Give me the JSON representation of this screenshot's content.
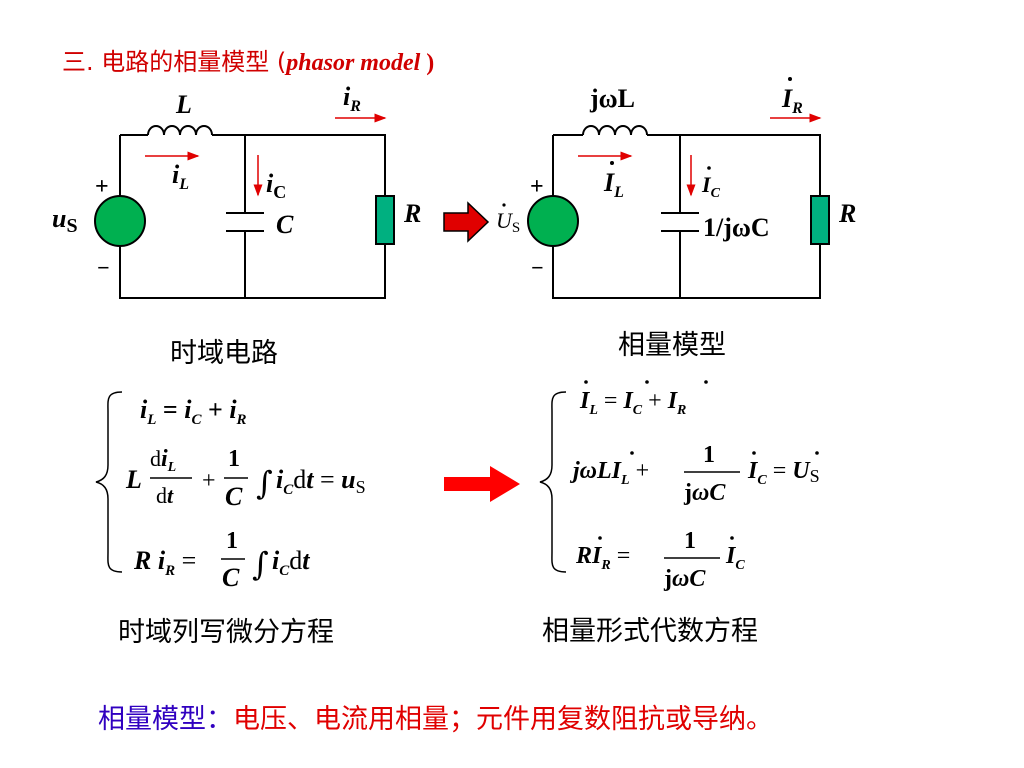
{
  "title": {
    "prefix": "三. 电路的相量模型 (",
    "italic": "phasor model",
    "suffix": " )"
  },
  "time_circuit": {
    "inductor": "L",
    "capacitor": "C",
    "resistor": "R",
    "i_R_main": "i",
    "i_R_sub": "R",
    "i_L_main": "i",
    "i_L_sub": "L",
    "i_C_main": "i",
    "i_C_sub": "C",
    "source_main": "u",
    "source_sub": "S",
    "plus": "+",
    "minus": "−",
    "caption": "时域电路"
  },
  "phasor_circuit": {
    "inductor": "jωL",
    "capacitor": "1/jωC",
    "resistor": "R",
    "I_R_main": "I",
    "I_R_sub": "R",
    "I_L_main": "I",
    "I_L_sub": "L",
    "I_C_main": "I",
    "I_C_sub": "C",
    "source_main": "U",
    "source_sub": "S",
    "plus": "+",
    "minus": "−",
    "caption": "相量模型"
  },
  "time_equations": {
    "eq1": "iL = iC + iR",
    "eq2": "L diL/dt + 1/C ∫ iC dt = uS",
    "eq3": "R iR = 1/C ∫ iC dt",
    "caption": "时域列写微分方程"
  },
  "phasor_equations": {
    "eq1": "İL = İC + İR",
    "eq2": "jωL İL + 1/jωC İC = U̇S",
    "eq3": "R İR = 1/jωC İC",
    "caption": "相量形式代数方程"
  },
  "footer": {
    "label": "相量模型：",
    "text": "电压、电流用相量；元件用复数阻抗或导纳。"
  },
  "colors": {
    "title": "#d00000",
    "wire": "#000000",
    "arrow": "#e00000",
    "source_fill": "#00b050",
    "resistor_fill": "#00b080",
    "footer_label": "#3000c0",
    "footer_text": "#e00000"
  }
}
